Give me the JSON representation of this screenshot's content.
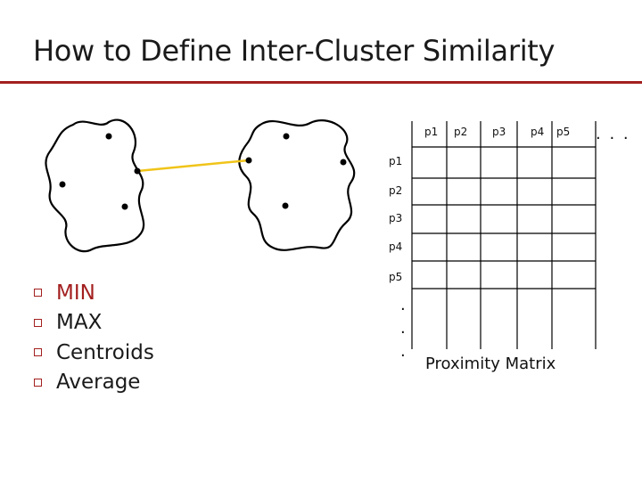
{
  "title": "How to Define Inter-Cluster Similarity",
  "bullets": [
    {
      "label": "MIN",
      "highlighted": true
    },
    {
      "label": "MAX",
      "highlighted": false
    },
    {
      "label": "Centroids",
      "highlighted": false
    },
    {
      "label": "Average",
      "highlighted": false
    }
  ],
  "matrix": {
    "column_headers": [
      "p1",
      "p2",
      "p3",
      "p4",
      "p5"
    ],
    "row_headers": [
      "p1",
      "p2",
      "p3",
      "p4",
      "p5"
    ],
    "column_ellipsis": ". . .",
    "row_ellipsis": ".",
    "label": "Proximity Matrix"
  },
  "colors": {
    "accent": "#a31f1f",
    "link_line": "#f0c419",
    "text": "#1a1a1a"
  }
}
